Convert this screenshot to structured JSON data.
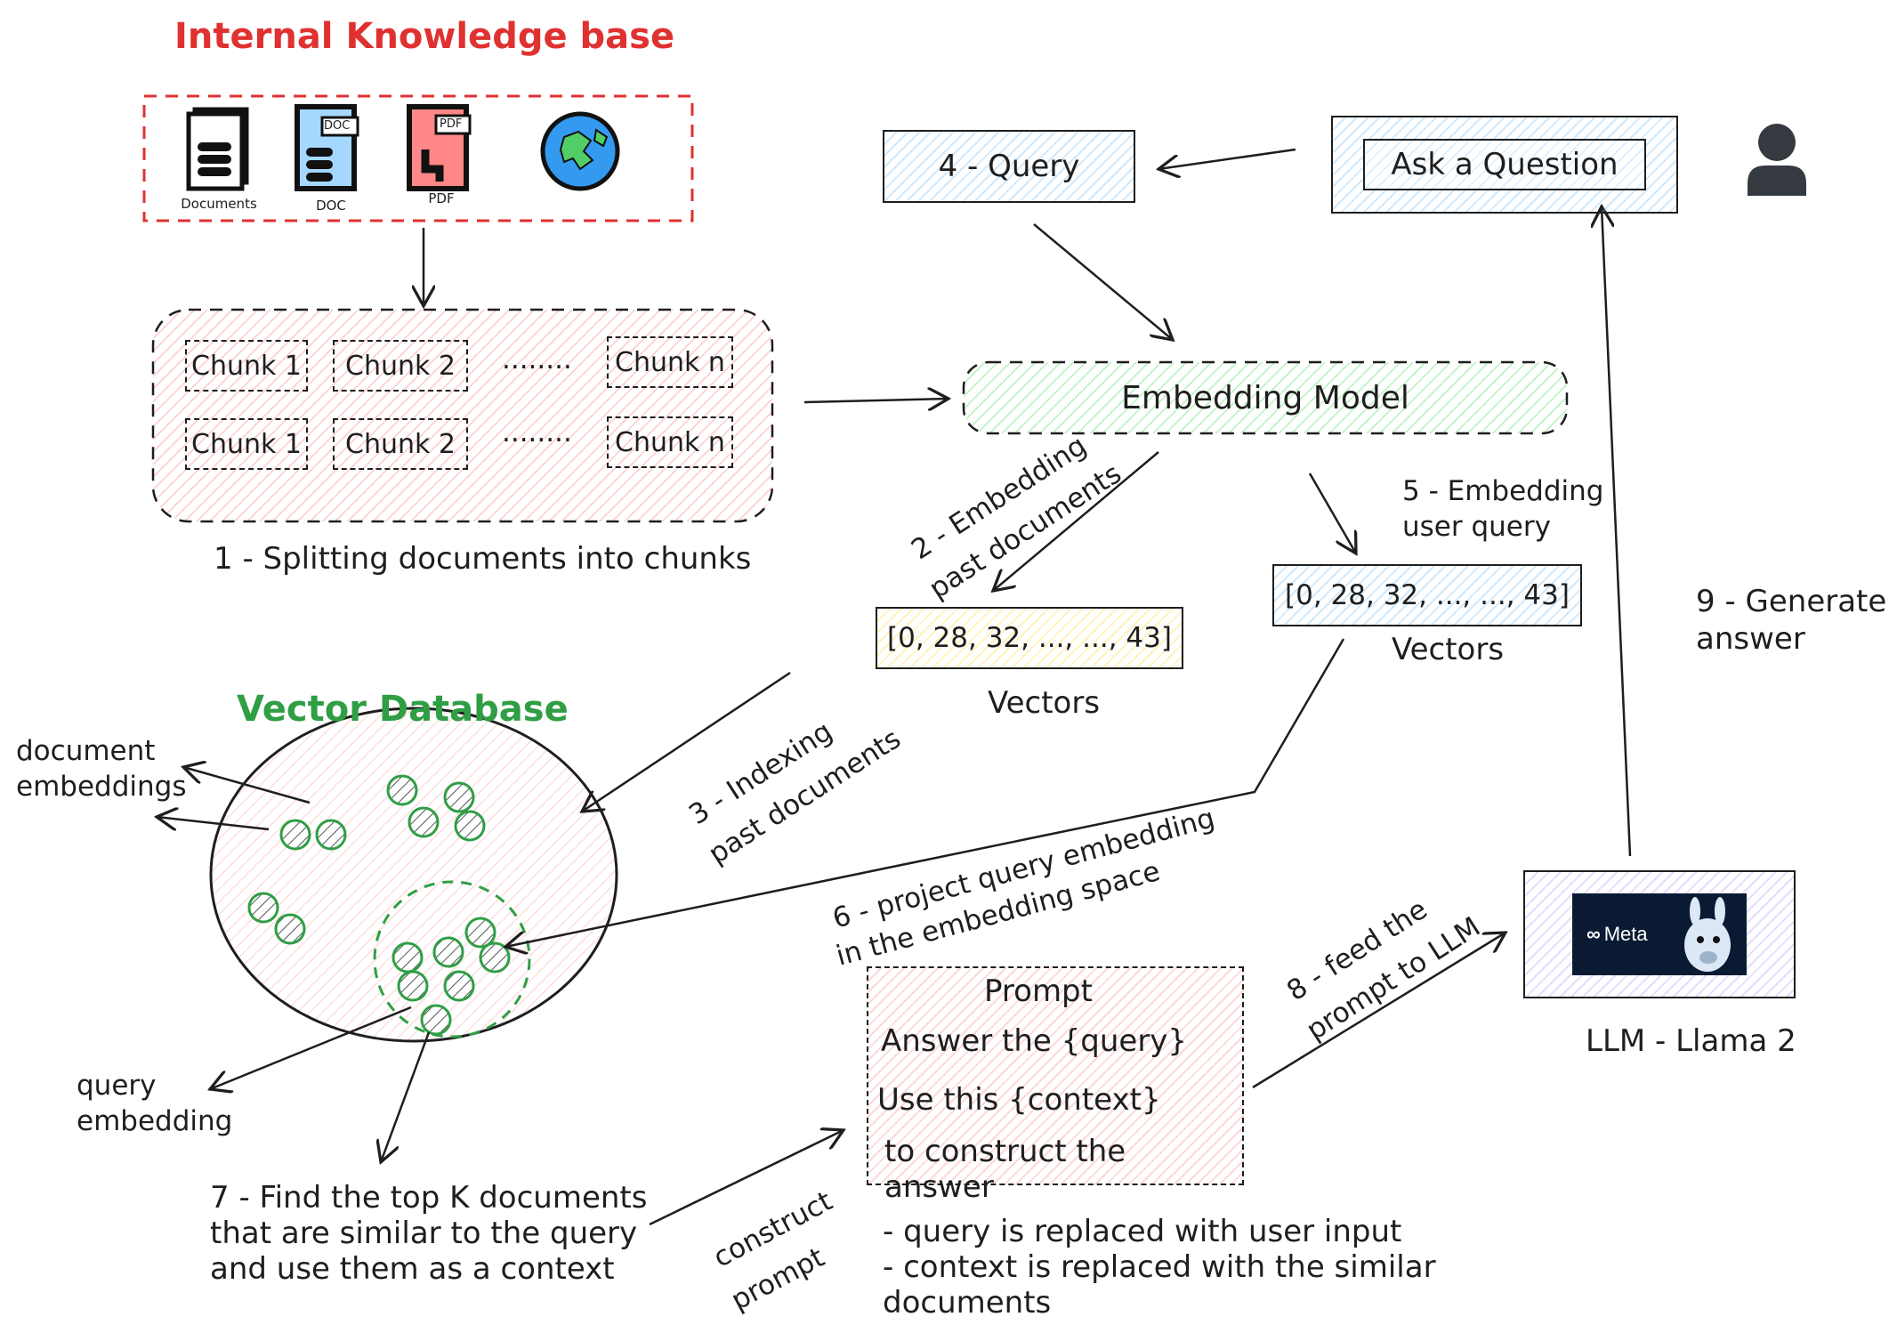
{
  "knowledge_base": {
    "title": "Internal Knowledge base",
    "icons": [
      {
        "label": "Documents",
        "icon": "documents-icon"
      },
      {
        "label": "DOC",
        "badge": "DOC",
        "icon": "doc-file-icon"
      },
      {
        "label": "PDF",
        "badge": "PDF",
        "icon": "pdf-file-icon"
      },
      {
        "label": "",
        "icon": "globe-icon"
      }
    ]
  },
  "chunks": {
    "row1": [
      "Chunk 1",
      "Chunk 2",
      "Chunk n"
    ],
    "row2": [
      "Chunk 1",
      "Chunk 2",
      "Chunk n"
    ],
    "ellipsis": "........",
    "caption": "1 - Splitting documents into chunks"
  },
  "query": {
    "label": "4 - Query"
  },
  "ask": {
    "label": "Ask a Question",
    "user_icon": "user-icon"
  },
  "embedding_model": {
    "label": "Embedding Model"
  },
  "step2": {
    "line1": "2 - Embedding",
    "line2": "past documents"
  },
  "step5": {
    "line1": "5 - Embedding",
    "line2": "user query"
  },
  "vectors_docs": {
    "values": "[0, 28, 32, ..., ..., 43]",
    "caption": "Vectors"
  },
  "vectors_query": {
    "values": "[0, 28, 32, ..., ..., 43]",
    "caption": "Vectors"
  },
  "vector_db": {
    "title": "Vector Database",
    "doc_emb_line1": "document",
    "doc_emb_line2": "embeddings",
    "query_emb_line1": "query",
    "query_emb_line2": "embedding"
  },
  "step3": {
    "line1": "3 - Indexing",
    "line2": "past documents"
  },
  "step6": {
    "line1": "6 - project query embedding",
    "line2": "in the embedding space"
  },
  "step7": {
    "line1": "7 - Find the top K documents",
    "line2": "that are similar to the query",
    "line3": "and use them as a context"
  },
  "construct": {
    "line1": "construct",
    "line2": "prompt"
  },
  "prompt": {
    "title": "Prompt",
    "line1": "Answer the {query}",
    "line2": "Use this {context}",
    "line3": "to construct the answer"
  },
  "notes": {
    "line1": "- query is replaced with user input",
    "line2": "- context is replaced with the similar",
    "line3": "documents"
  },
  "step8": {
    "line1": "8 - feed the",
    "line2": "prompt to LLM"
  },
  "llm": {
    "logo_text": "Meta",
    "caption": "LLM - Llama 2"
  },
  "step9": {
    "line1": "9 - Generate",
    "line2": "answer"
  },
  "colors": {
    "red": "#e03131",
    "green": "#2f9e44",
    "blue_fill": "#a5d8ff",
    "red_fill": "#ffc9c9",
    "green_fill": "#b2f2bb",
    "yellow_fill": "#ffec99",
    "purple_fill": "#d0bfff",
    "ink": "#1e1e1e"
  }
}
